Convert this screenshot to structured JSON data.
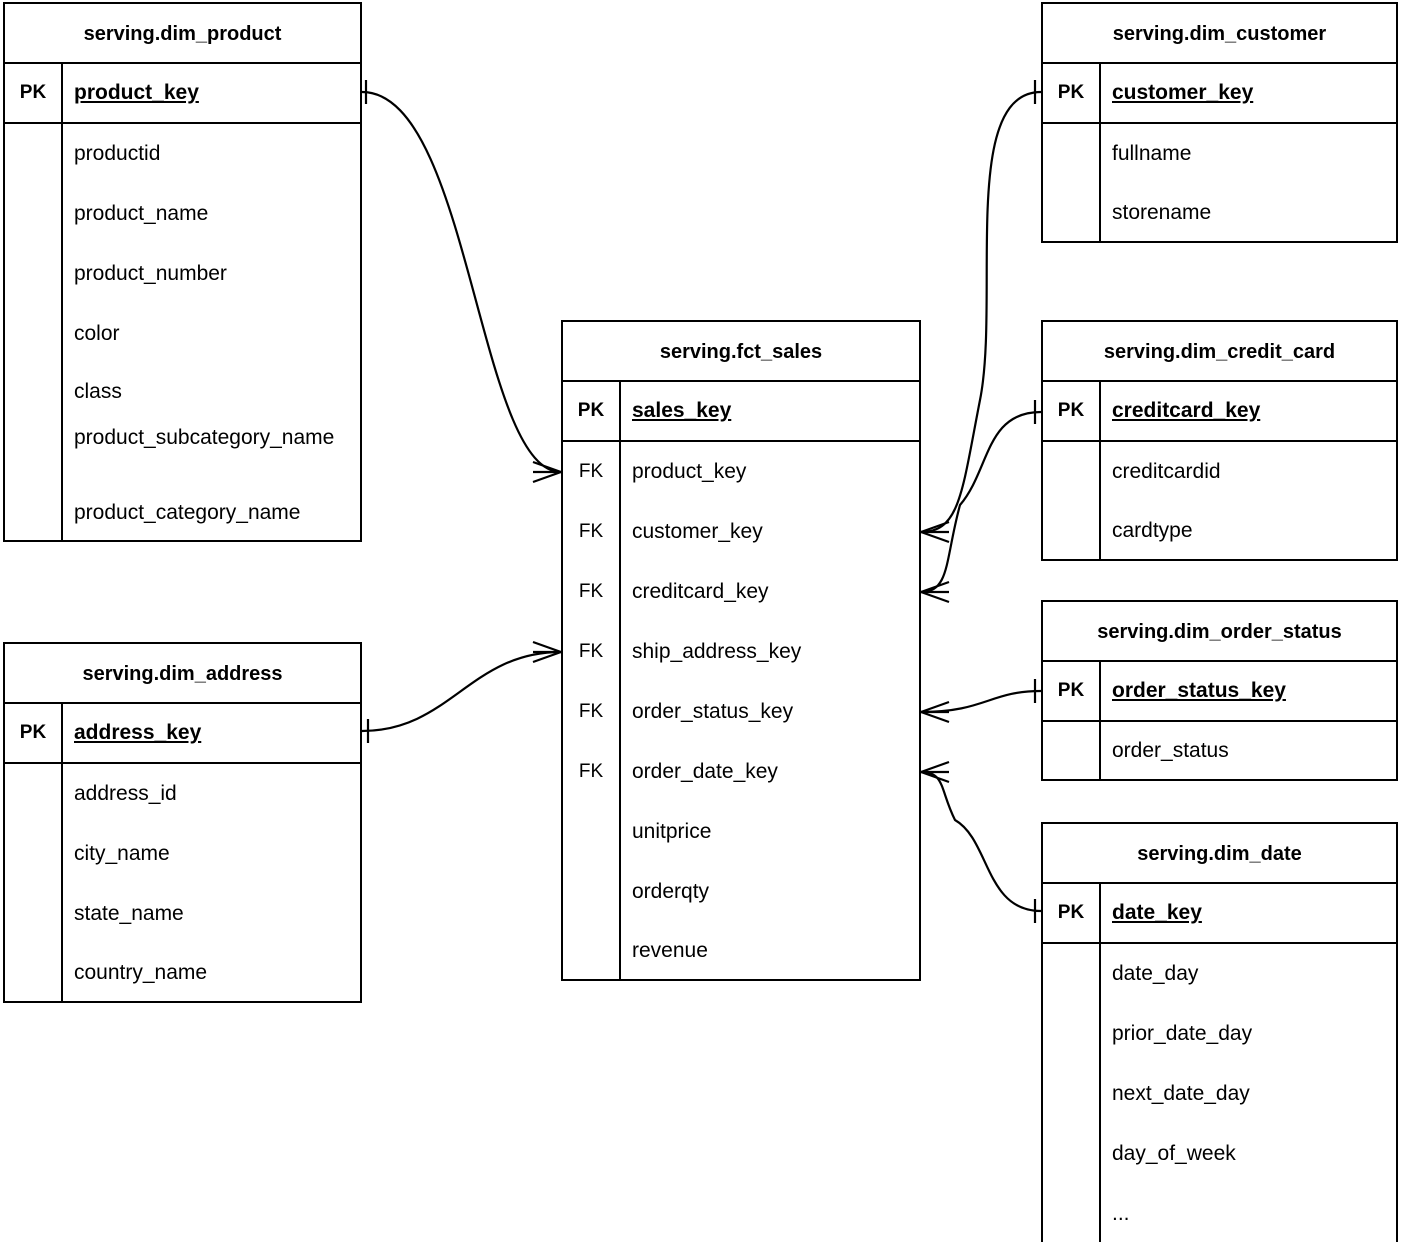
{
  "diagram": {
    "title": "Star schema ER diagram",
    "stroke_color": "#000000",
    "background_color": "#ffffff",
    "pk_label": "PK",
    "fk_label": "FK",
    "ellipsis": "..."
  },
  "entities": [
    {
      "id": "dim_product",
      "name": "serving.dim_product",
      "pk": {
        "key": "PK",
        "name": "product_key"
      },
      "attributes": [
        {
          "key": "",
          "name": "productid"
        },
        {
          "key": "",
          "name": "product_name"
        },
        {
          "key": "",
          "name": "product_number"
        },
        {
          "key": "",
          "name": "color"
        },
        {
          "key": "",
          "name": "class"
        },
        {
          "key": "",
          "name": "product_subcategory_name"
        },
        {
          "key": "",
          "name": "product_category_name"
        }
      ]
    },
    {
      "id": "dim_address",
      "name": "serving.dim_address",
      "pk": {
        "key": "PK",
        "name": "address_key"
      },
      "attributes": [
        {
          "key": "",
          "name": "address_id"
        },
        {
          "key": "",
          "name": "city_name"
        },
        {
          "key": "",
          "name": "state_name"
        },
        {
          "key": "",
          "name": "country_name"
        }
      ]
    },
    {
      "id": "fct_sales",
      "name": "serving.fct_sales",
      "pk": {
        "key": "PK",
        "name": "sales_key"
      },
      "attributes": [
        {
          "key": "FK",
          "name": "product_key"
        },
        {
          "key": "FK",
          "name": "customer_key"
        },
        {
          "key": "FK",
          "name": "creditcard_key"
        },
        {
          "key": "FK",
          "name": "ship_address_key"
        },
        {
          "key": "FK",
          "name": "order_status_key"
        },
        {
          "key": "FK",
          "name": "order_date_key"
        },
        {
          "key": "",
          "name": "unitprice"
        },
        {
          "key": "",
          "name": "orderqty"
        },
        {
          "key": "",
          "name": "revenue"
        }
      ]
    },
    {
      "id": "dim_customer",
      "name": "serving.dim_customer",
      "pk": {
        "key": "PK",
        "name": "customer_key"
      },
      "attributes": [
        {
          "key": "",
          "name": "fullname"
        },
        {
          "key": "",
          "name": "storename"
        }
      ]
    },
    {
      "id": "dim_credit_card",
      "name": "serving.dim_credit_card",
      "pk": {
        "key": "PK",
        "name": "creditcard_key"
      },
      "attributes": [
        {
          "key": "",
          "name": "creditcardid"
        },
        {
          "key": "",
          "name": "cardtype"
        }
      ]
    },
    {
      "id": "dim_order_status",
      "name": "serving.dim_order_status",
      "pk": {
        "key": "PK",
        "name": "order_status_key"
      },
      "attributes": [
        {
          "key": "",
          "name": "order_status"
        }
      ]
    },
    {
      "id": "dim_date",
      "name": "serving.dim_date",
      "pk": {
        "key": "PK",
        "name": "date_key"
      },
      "attributes": [
        {
          "key": "",
          "name": "date_day"
        },
        {
          "key": "",
          "name": "prior_date_day"
        },
        {
          "key": "",
          "name": "next_date_day"
        },
        {
          "key": "",
          "name": "day_of_week"
        },
        {
          "key": "",
          "name": "..."
        }
      ]
    }
  ],
  "relationships": [
    {
      "id": "rel-product-sales",
      "from_entity": "dim_product",
      "from_field": "product_key",
      "to_entity": "fct_sales",
      "to_field": "product_key",
      "from_cardinality": "one",
      "to_cardinality": "many"
    },
    {
      "id": "rel-address-sales",
      "from_entity": "dim_address",
      "from_field": "address_key",
      "to_entity": "fct_sales",
      "to_field": "ship_address_key",
      "from_cardinality": "one",
      "to_cardinality": "many"
    },
    {
      "id": "rel-customer-sales",
      "from_entity": "dim_customer",
      "from_field": "customer_key",
      "to_entity": "fct_sales",
      "to_field": "customer_key",
      "from_cardinality": "one",
      "to_cardinality": "many"
    },
    {
      "id": "rel-creditcard-sales",
      "from_entity": "dim_credit_card",
      "from_field": "creditcard_key",
      "to_entity": "fct_sales",
      "to_field": "creditcard_key",
      "from_cardinality": "one",
      "to_cardinality": "many"
    },
    {
      "id": "rel-orderstatus-sales",
      "from_entity": "dim_order_status",
      "from_field": "order_status_key",
      "to_entity": "fct_sales",
      "to_field": "order_status_key",
      "from_cardinality": "one",
      "to_cardinality": "many"
    },
    {
      "id": "rel-date-sales",
      "from_entity": "dim_date",
      "from_field": "date_key",
      "to_entity": "fct_sales",
      "to_field": "order_date_key",
      "from_cardinality": "one",
      "to_cardinality": "many"
    }
  ]
}
